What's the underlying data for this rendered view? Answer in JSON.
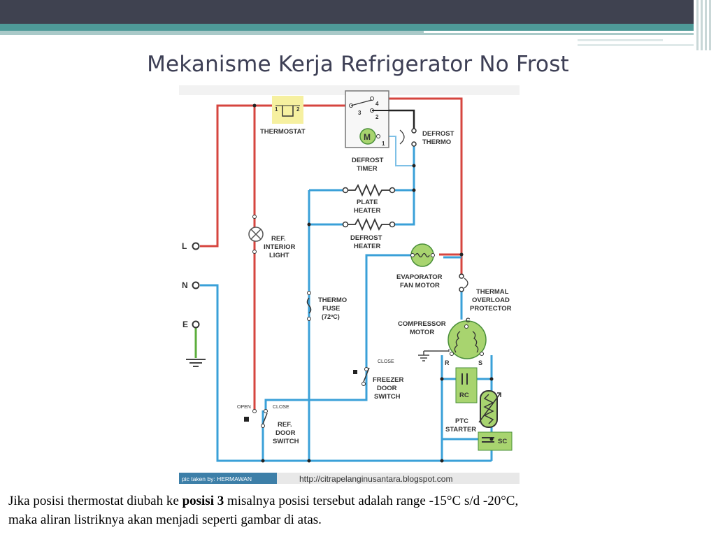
{
  "slide": {
    "title": "Mekanisme Kerja Refrigerator No Frost"
  },
  "diagram": {
    "labels": {
      "thermostat": "THERMOSTAT",
      "defrost_timer_1": "DEFROST",
      "defrost_timer_2": "TIMER",
      "defrost_thermo_1": "DEFROST",
      "defrost_thermo_2": "THERMO",
      "plate_heater_1": "PLATE",
      "plate_heater_2": "HEATER",
      "defrost_heater_1": "DEFROST",
      "defrost_heater_2": "HEATER",
      "ref_light_1": "REF.",
      "ref_light_2": "INTERIOR",
      "ref_light_3": "LIGHT",
      "evap_fan_1": "EVAPORATOR",
      "evap_fan_2": "FAN MOTOR",
      "thermal_1": "THERMAL",
      "thermal_2": "OVERLOAD",
      "thermal_3": "PROTECTOR",
      "compressor_1": "COMPRESSOR",
      "compressor_2": "MOTOR",
      "thermo_fuse_1": "THERMO",
      "thermo_fuse_2": "FUSE",
      "thermo_fuse_3": "(72ºC)",
      "freezer_switch_1": "FREEZER",
      "freezer_switch_2": "DOOR",
      "freezer_switch_3": "SWITCH",
      "close_freezer": "CLOSE",
      "open_ref": "OPEN",
      "close_ref": "CLOSE",
      "ref_switch_1": "REF.",
      "ref_switch_2": "DOOR",
      "ref_switch_3": "SWITCH",
      "ptc_1": "PTC",
      "ptc_2": "STARTER",
      "rc": "RC",
      "sc": "SC",
      "terminal_c": "C",
      "terminal_r": "R",
      "terminal_s": "S",
      "l": "L",
      "n": "N",
      "e": "E",
      "motor_m": "M",
      "timer_1": "1",
      "timer_2": "2",
      "timer_3": "3",
      "timer_4": "4",
      "thermostat_1": "1",
      "thermostat_2": "2",
      "credit": "pic taken by: HERMAWAN",
      "url": "http://citrapelanginusantara.blogspot.com"
    }
  },
  "caption": {
    "part1": "Jika posisi thermostat diubah ke ",
    "bold": "posisi 3",
    "part2": " misalnya posisi tersebut adalah range -15°C s/d -20°C,",
    "line2": "maka aliran listriknya akan menjadi seperti gambar di atas."
  },
  "colors": {
    "live_wire": "#d6453f",
    "neutral_wire": "#3aa0d8",
    "earth_wire": "#5cae3c",
    "component_green": "#a8d46f",
    "header_dark": "#3f4250",
    "header_teal": "#4e9a98"
  }
}
